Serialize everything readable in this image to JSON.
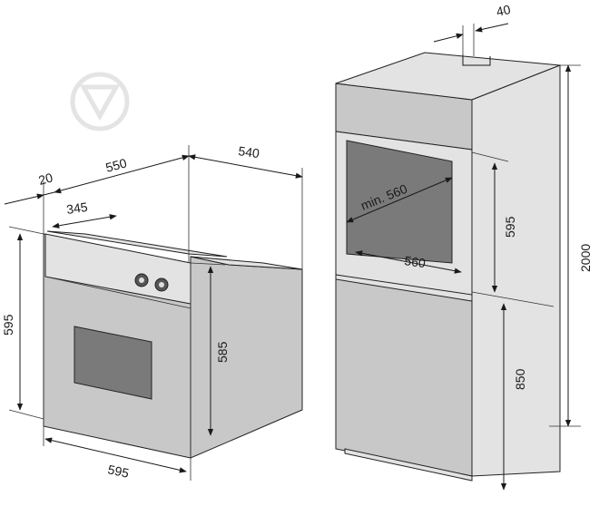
{
  "oven_dimensions": {
    "panel_offset": "20",
    "width_top": "550",
    "depth": "540",
    "control_panel_depth": "345",
    "height_front": "595",
    "height_body": "585",
    "width_bottom": "595"
  },
  "cabinet_dimensions": {
    "top_gap": "40",
    "niche_depth": "min. 560",
    "niche_height": "595",
    "niche_width": "560",
    "lower_height": "850",
    "total_height": "2000"
  },
  "colors": {
    "line": "#1a1a1a",
    "oven_body": "#c8c8c8",
    "oven_window": "#7a7a7a",
    "cabinet": "#c8c8c8",
    "niche_interior": "#7a7a7a"
  }
}
